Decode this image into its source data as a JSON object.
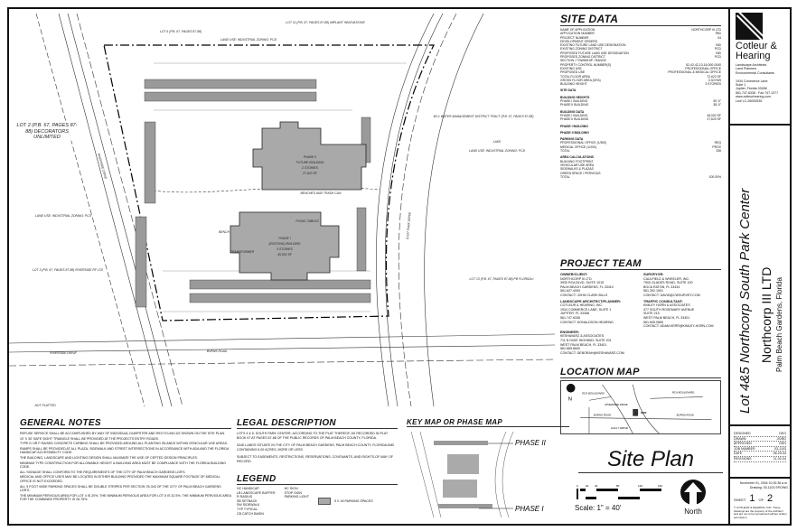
{
  "plan": {
    "labels": {
      "lot6": "LOT 6 (P.B. 67, PAGES 87-88)",
      "lot11": "LOT 11 (P.B. 67, PAGES 87-88) IMPLANT INNOVATIONS",
      "land_use_top": "LAND USE: INDUSTRIAL ZONING: PCD",
      "lot2": "LOT 2 (P.B. 67, PAGES 87-88) DECORATORS UNLIMITED",
      "lot3": "LOT 3 (P.B. 67, PAGES 87-88) RIVERSIDE RF LTD",
      "land_use_left": "LAND USE: INDUSTRIAL ZONING: PCD",
      "water_tract": "WI-1 WATER MANAGEMENT DISTRICT TRACT (P.B. 67, PAGES 87-88)",
      "lake": "LAKE",
      "land_use_right": "LAND USE: INDUSTRIAL ZONING: PCD",
      "lot13": "LOT 13 (P.B. 67, PAGES 87-88) PB FLORIDA I",
      "riverside_drive": "RIVERSIDE DRIVE",
      "east_park": "EAST PARK DRIVE",
      "burns_road": "BURNS ROAD",
      "not_platted": "NOT PLATTED",
      "phase2_building": [
        "PHASE II",
        "FUTURE BUILDING",
        "2 STORIES",
        "27,620 SF"
      ],
      "phase1_building": [
        "PHASE I",
        "(EXISTING) BUILDING",
        "3 STORIES",
        "45,002 SF"
      ],
      "picnic_tables": "PICNIC TABLES",
      "benches": "BENCHES AND TRASH CAN",
      "bench": "BENCH",
      "transformer": "TRANSFORMER"
    }
  },
  "site_data": {
    "title": "SITE DATA",
    "rows": [
      [
        "NAME OF APPLICATION",
        "NORTHCORP III LTD"
      ],
      [
        "APPLICATION NUMBER",
        "TBD"
      ],
      [
        "PROJECT NUMBER",
        "04"
      ],
      [
        "DEVELOPMENT ORDERS",
        ""
      ],
      [
        "EXISTING FUTURE LAND USE DESIGNATION",
        "IND"
      ],
      [
        "EXISTING ZONING DISTRICT",
        "PCD"
      ],
      [
        "PROPOSED FUTURE LAND USE DESIGNATION",
        "IND"
      ],
      [
        "PROPOSED ZONING DISTRICT",
        "PCD"
      ],
      [
        "SECTION / TOWNSHIP / RANGE",
        ""
      ],
      [
        "PROPERTY CONTROL NUMBER(S)",
        "52-42-42-13-16-000-0040"
      ],
      [
        "EXISTING USE",
        "PROFESSIONAL OFFICE"
      ],
      [
        "PROPOSED USE",
        "PROFESSIONAL & MEDICAL OFFICE"
      ],
      [
        "TOTAL FLOOR AREA",
        "72,622 SF"
      ],
      [
        "GROSS FLOOR AREA (GFA)",
        "0.30 FAR"
      ],
      [
        "BUILDING HEIGHT",
        "3 STORIES"
      ]
    ],
    "sections": [
      "SITE DATA",
      "BUILDING HEIGHTS",
      "BUILDING DATA",
      "PHASE I BUILDING",
      "PHASE II BUILDING",
      "PARKING DATA",
      "AREA CALCULATIONS"
    ],
    "section_rows": {
      "BUILDING HEIGHTS": [
        [
          "PHASE I BUILDING",
          "50'-0\""
        ],
        [
          "PHASE II BUILDING",
          "38'-0\""
        ]
      ],
      "BUILDING DATA": [
        [
          "PHASE I BUILDING",
          "45,002 SF"
        ],
        [
          "PHASE II BUILDING",
          "27,620 SF"
        ]
      ],
      "PARKING DATA": [
        [
          "PROFESSIONAL OFFICE (1/300)",
          "REQ"
        ],
        [
          "MEDICAL OFFICE (1/200)",
          "PROV"
        ],
        [
          "TOTAL",
          "336"
        ]
      ],
      "AREA CALCULATIONS": [
        [
          "BUILDING FOOTPRINT",
          ""
        ],
        [
          "VEHICULAR USE AREA",
          ""
        ],
        [
          "SIDEWALKS & PLAZAS",
          ""
        ],
        [
          "GREEN SPACE / PERVIOUS",
          ""
        ],
        [
          "TOTAL",
          "100.00%"
        ]
      ]
    }
  },
  "project_team": {
    "title": "PROJECT TEAM",
    "members": [
      {
        "role": "OWNER/CLIENT:",
        "lines": [
          "NORTHCORP III LTD.",
          "3930 RCA BLVD, SUITE 1015",
          "PALM BEACH GARDENS, FL 33410",
          "561.627.4000",
          "CONTACT: JOHN CLARK BILLS"
        ]
      },
      {
        "role": "SURVEYOR:",
        "lines": [
          "CAULFIELD & WHEELER, INC.",
          "7900 GLADES ROAD, SUITE 100",
          "BOCA RATON, FL 33434",
          "561.392.1991",
          "CONTACT: DAVID@CWSURVEY.COM"
        ]
      },
      {
        "role": "LANDSCAPE ARCHITECT/PLANNER:",
        "lines": [
          "COTLEUR & HEARING, INC.",
          "1934 COMMERCE LANE, SUITE 1",
          "JUPITER, FL 33458",
          "561.747.6336",
          "CONTACT: DONALDSON HEARING"
        ]
      },
      {
        "role": "TRAFFIC CONSULTANT:",
        "lines": [
          "KIMLEY HORN & ASSOCIATES",
          "477 SOUTH ROSEMARY AVENUE",
          "SUITE 215",
          "WEST PALM BEACH, FL 33401",
          "561.845.0665",
          "CONTACT: ADAM.KERR@KIMLEY-HORN.COM"
        ]
      },
      {
        "role": "ENGINEER:",
        "lines": [
          "KESHAVARZ & ASSOCIATES",
          "711 N DIXIE HIGHWAY, SUITE 201",
          "WEST PALM BEACH, FL 33401",
          "561.689.8600",
          "CONTACT: DEBORAH@KESHAVARZ.COM"
        ]
      }
    ]
  },
  "location_map": {
    "title": "LOCATION MAP",
    "north": "N",
    "labels": [
      "RCA BOULEVARD",
      "RCA BOULEVARD",
      "RIVERSIDE DRIVE",
      "SITE",
      "BURNS ROAD",
      "BURNS ROAD",
      "HOLLY DRIVE"
    ]
  },
  "general_notes": {
    "title": "GENERAL NOTES",
    "items": [
      "REFUSE SERVICE SHALL BE ACCOMPLISHED BY WAY OF INDIVIDUAL DUMPSTER AND RECYCLING AS SHOWN ON THE SITE PLAN.",
      "10' X 30' SAFE SIGHT TRIANGLE SHALL BE PROVIDED AT THE PROJECTS ENTRY ROADS.",
      "TYPE D OR F RAISED CONCRETE CURBING SHALL BE PROVIDED AROUND ALL PLANTING ISLANDS WITHIN VEHICULAR USE AREAS.",
      "RAMPS SHALL BE PROVIDED AT ALL PLAZA, SIDEWALK AND STREET INTERSECTIONS IN ACCORDANCE WITH ADA AND THE FLORIDA HANDICAP ACCESSIBILITY CODE.",
      "THE BUILDING, LANDSCAPE AND LIGHTING DESIGN SHALL MAXIMIZE THE USE OF CEPTED DESIGN PRINCIPLES.",
      "MINIMUM TYPE CONSTRUCTION FOR ALLOWABLE HEIGHT & BUILDING AREA MUST BE COMPLIANCE WITH THE FLORIDA BUILDING CODE.",
      "ALL SIGNAGE SHALL CONFORM TO THE REQUIREMENTS OF THE CITY OF PALM BEACH GARDENS LDR'S.",
      "MEDICAL AND OFFICE USES MAY BE LOCATED IN EITHER BUILDING PROVIDED THE MAXIMUM SQUARE FOOTAGE OF MEDICAL OFFICE IS NOT EXCEEDED.",
      "ALL 9 FOOT WIDE PARKING SPACES SHALL BE DOUBLE STRIPED PER SECTION 78-343 OF THE CITY OF PALM BEACH GARDENS LDR'S.",
      "THE MINIMUM PERVIOUS AREA FOR LOT 4 IS 20%. THE MINIMUM PERVIOUS AREA FOR LOT 5 IS 32.5%. THE MINIMUM PERVIOUS AREA FOR THE COMBINED PROPERTY IS 26.75%."
    ]
  },
  "legal_description": {
    "title": "LEGAL DESCRIPTION",
    "paragraphs": [
      "LOTS 4 & 5, SOUTH PARK CENTER, ACCORDING TO THE PLAT THEREOF, AS RECORDED IN PLAT BOOK 67 AT PAGES 87-88 OF THE PUBLIC RECORDS OF PALM BEACH COUNTY, FLORIDA.",
      "SAID LANDS SITUATE IN THE CITY OF PALM BEACH GARDENS, PALM BEACH COUNTY, FLORIDA AND CONTAINING 6.00 ACRES, MORE OR LESS.",
      "SUBJECT TO EASEMENTS, RESTRICTIONS, RESERVATIONS, COVENANTS, AND RIGHTS-OF-WAY OF RECORD."
    ]
  },
  "legend": {
    "title": "LEGEND",
    "abbreviations": [
      [
        "HC",
        "HANDICAP"
      ],
      [
        "LB",
        "LANDSCAPE BUFFER"
      ],
      [
        "R",
        "RADIUS"
      ],
      [
        "SB",
        "SETBACK"
      ],
      [
        "SW",
        "SIDEWALK"
      ],
      [
        "TYP",
        "TYPICAL"
      ],
      [
        "CB",
        "CATCH BASIN"
      ]
    ],
    "symbols": [
      "HC SIGN",
      "STOP SIGN",
      "PARKING LIGHT"
    ],
    "swatch": "9 X 18 PARKING SPACES"
  },
  "key_map": {
    "title": "KEY MAP OR PHASE MAP",
    "phase2": "PHASE II",
    "phase1": "PHASE I"
  },
  "sheet_title": {
    "title": "Site Plan",
    "scale": "Scale: 1\" = 40'",
    "scale_ticks": [
      "0",
      "20",
      "40",
      "80",
      "120",
      "160"
    ],
    "north": "North"
  },
  "title_block": {
    "firm": [
      "Cotleur &",
      "Hearing"
    ],
    "services": [
      "Landscape Architects",
      "Land Planners",
      "Environmental Consultants"
    ],
    "address": [
      "1934 Commerce Lane",
      "Suite 1",
      "Jupiter, Florida 33458",
      "561.747.6336 · Fax 747.1377",
      "www.cotleurhearing.com",
      "Lic# LC-26000535"
    ],
    "project": "Lot 4&5 Northcorp South Park Center",
    "client": "Northcorp III LTD",
    "location": "Palm Beach Gardens, Florida",
    "meta": [
      [
        "DESIGNED",
        "DEO"
      ],
      [
        "DRAWN",
        "JS/RD"
      ],
      [
        "APPROVED",
        "DEH"
      ],
      [
        "JOB NUMBER",
        "03-1103"
      ],
      [
        "DATE",
        "06-29-04"
      ],
      [
        "REVISIONS",
        "11-02-04"
      ]
    ],
    "timestamp": "November 01, 2004 10:32:36 a.m.",
    "drawing": "Drawing: 03-1103 SP.DWG",
    "sheet_label": "SHEET",
    "sheet": "1",
    "of_label": "OF",
    "total": "2",
    "copyright": "© COTLEUR & HEARING, INC. These drawings are the property of the architect and are not to be reproduced without written permission."
  },
  "colors": {
    "ink": "#111111",
    "building": "#a9a9a9",
    "parking": "#9a9a9a"
  }
}
